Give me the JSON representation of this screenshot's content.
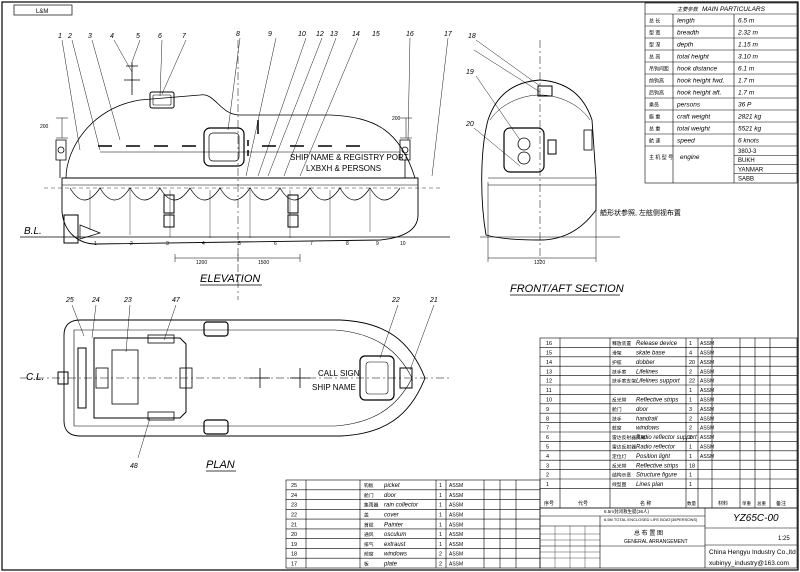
{
  "corner_tag": "L&M",
  "views": {
    "elevation": "ELEVATION",
    "front_aft": "FRONT/AFT SECTION",
    "plan": "PLAN"
  },
  "labels": {
    "bl": "B.L.",
    "cl": "C.L.",
    "ship_name_line1": "SHIP NAME & REGISTRY PORT",
    "ship_name_line2": "LXBXH & PERSONS",
    "call_sign": "CALL SIGN",
    "ship_name": "SHIP NAME",
    "front_note": "艏形状参照, 左舷侧视布置"
  },
  "elevation_callouts": [
    "1",
    "2",
    "3",
    "4",
    "5",
    "6",
    "7",
    "8",
    "9",
    "10",
    "12",
    "13",
    "14",
    "15",
    "16",
    "17"
  ],
  "front_callouts": [
    "18",
    "19",
    "20"
  ],
  "plan_callouts": [
    "25",
    "24",
    "23",
    "47",
    "22",
    "21",
    "48"
  ],
  "frames": [
    "1",
    "2",
    "3",
    "4",
    "5",
    "6",
    "7",
    "8",
    "9",
    "10"
  ],
  "dims": {
    "d200a": "200",
    "d200b": "200",
    "d1200": "1200",
    "d1500": "1500",
    "d1320": "1320"
  },
  "particulars": {
    "title_cn": "主要参数",
    "title": "MAIN PARTICULARS",
    "rows": [
      {
        "cn": "总 长",
        "label": "length",
        "value": "6.5 m"
      },
      {
        "cn": "型 宽",
        "label": "breadth",
        "value": "2.32 m"
      },
      {
        "cn": "型 深",
        "label": "depth",
        "value": "1.15 m"
      },
      {
        "cn": "总 高",
        "label": "total height",
        "value": "3.10 m"
      },
      {
        "cn": "吊钩间距",
        "label": "hook distance",
        "value": "6.1 m"
      },
      {
        "cn": "前钩高",
        "label": "hook height fwd.",
        "value": "1.7 m"
      },
      {
        "cn": "后钩高",
        "label": "hook height aft.",
        "value": "1.7 m"
      },
      {
        "cn": "乘员",
        "label": "persons",
        "value": "36 P"
      },
      {
        "cn": "艇 重",
        "label": "craft weight",
        "value": "2821 kg"
      },
      {
        "cn": "总 重",
        "label": "total weight",
        "value": "5521 kg"
      },
      {
        "cn": "航 速",
        "label": "speed",
        "value": "6 knots"
      }
    ],
    "engine_cn": "主 机 型 号",
    "engine_label": "engine",
    "engine_values": [
      "380J-3",
      "BUKH",
      "YANMAR",
      "SABB"
    ]
  },
  "parts_right": [
    {
      "no": "16",
      "cn": "释放装置",
      "name": "Release device",
      "qty": "1",
      "note": "ASSM"
    },
    {
      "no": "15",
      "cn": "滑架",
      "name": "skate base",
      "qty": "4",
      "note": "ASSM"
    },
    {
      "no": "14",
      "cn": "护舷",
      "name": "dobber",
      "qty": "20",
      "note": "ASSM"
    },
    {
      "no": "13",
      "cn": "扶手索",
      "name": "Lifelines",
      "qty": "2",
      "note": "ASSM"
    },
    {
      "no": "12",
      "cn": "扶手索支架",
      "name": "Lifelines support",
      "qty": "22",
      "note": "ASSM"
    },
    {
      "no": "11",
      "cn": "",
      "name": "",
      "qty": "1",
      "note": "ASSM"
    },
    {
      "no": "10",
      "cn": "反光带",
      "name": "Reflective strips",
      "qty": "1",
      "note": "ASSM"
    },
    {
      "no": "9",
      "cn": "舱门",
      "name": "door",
      "qty": "3",
      "note": "ASSM"
    },
    {
      "no": "8",
      "cn": "扶手",
      "name": "handrail",
      "qty": "2",
      "note": "ASSM"
    },
    {
      "no": "7",
      "cn": "舷窗",
      "name": "windows",
      "qty": "2",
      "note": "ASSM"
    },
    {
      "no": "6",
      "cn": "雷达反射器支架",
      "name": "Radio reflector support",
      "qty": "2",
      "note": "ASSM"
    },
    {
      "no": "5",
      "cn": "雷达反射器",
      "name": "Radio reflector",
      "qty": "1",
      "note": "ASSM"
    },
    {
      "no": "4",
      "cn": "定位灯",
      "name": "Position light",
      "qty": "1",
      "note": "ASSM"
    },
    {
      "no": "3",
      "cn": "反光带",
      "name": "Reflective strips",
      "qty": "18",
      "note": ""
    },
    {
      "no": "2",
      "cn": "结构示意",
      "name": "Structure figure",
      "qty": "1",
      "note": ""
    },
    {
      "no": "1",
      "cn": "线型图",
      "name": "Lines plan",
      "qty": "1",
      "note": ""
    }
  ],
  "parts_bottom": [
    {
      "no": "25",
      "cn": "钩板",
      "name": "picket",
      "qty": "1",
      "note": "ASSM"
    },
    {
      "no": "24",
      "cn": "舱门",
      "name": "door",
      "qty": "1",
      "note": "ASSM"
    },
    {
      "no": "23",
      "cn": "集雨器",
      "name": "rain collector",
      "qty": "1",
      "note": "ASSM"
    },
    {
      "no": "22",
      "cn": "盖",
      "name": "cover",
      "qty": "1",
      "note": "ASSM"
    },
    {
      "no": "21",
      "cn": "首缆",
      "name": "Painter",
      "qty": "1",
      "note": "ASSM"
    },
    {
      "no": "20",
      "cn": "通风",
      "name": "osculum",
      "qty": "1",
      "note": "ASSM"
    },
    {
      "no": "19",
      "cn": "排气",
      "name": "extraust",
      "qty": "1",
      "note": "ASSM"
    },
    {
      "no": "18",
      "cn": "前窗",
      "name": "windows",
      "qty": "2",
      "note": "ASSM"
    },
    {
      "no": "17",
      "cn": "板",
      "name": "plate",
      "qty": "2",
      "note": "ASSM"
    }
  ],
  "title_block": {
    "hdr_no": "序号",
    "hdr_code": "代号",
    "hdr_name": "名 称",
    "hdr_qty": "数量",
    "hdr_material": "材料",
    "hdr_unit": "单重",
    "hdr_total": "总重",
    "hdr_remark": "备注",
    "spec1": "6.5m封闭救生艇(36人)",
    "spec2": "6.5M TOTAL ENCLOSED LIFE BOAT(36PERSONS)",
    "drawing_cn": "总 布 置 图",
    "drawing_en": "GENERAL ARRANGEMENT",
    "drawing_no": "YZ65C-00",
    "scale": "1:25",
    "company": "China Hengyu Industry Co.,ltd",
    "email": "xubinyy_industry@163.com"
  }
}
